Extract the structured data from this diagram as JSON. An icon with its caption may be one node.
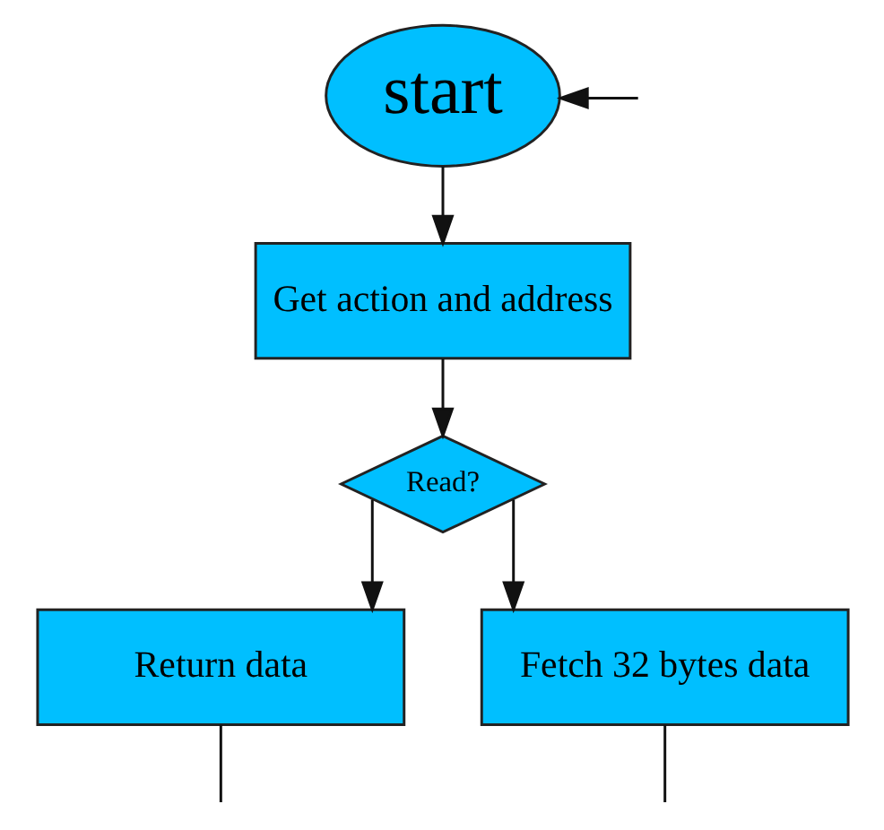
{
  "diagram": {
    "nodes": [
      {
        "text": [
          "start"
        ]
      },
      {
        "text": [
          "Get action and address"
        ]
      },
      {
        "text": [
          "Read?"
        ]
      },
      {
        "text": [
          "Return data"
        ]
      },
      {
        "text": [
          "Fetch 32 bytes data"
        ]
      }
    ],
    "edges": [
      {
        "from": null,
        "to": 0,
        "arrow": "to"
      },
      {
        "from": 0,
        "to": 1,
        "arrow": "to"
      },
      {
        "from": 1,
        "to": 2,
        "arrow": "to"
      },
      {
        "from": 2,
        "to": 3,
        "arrow": "to"
      },
      {
        "from": 2,
        "to": 4,
        "arrow": "to"
      },
      {
        "from": 3,
        "to": null,
        "arrow": "none"
      },
      {
        "from": 4,
        "to": null,
        "arrow": "none"
      }
    ]
  }
}
